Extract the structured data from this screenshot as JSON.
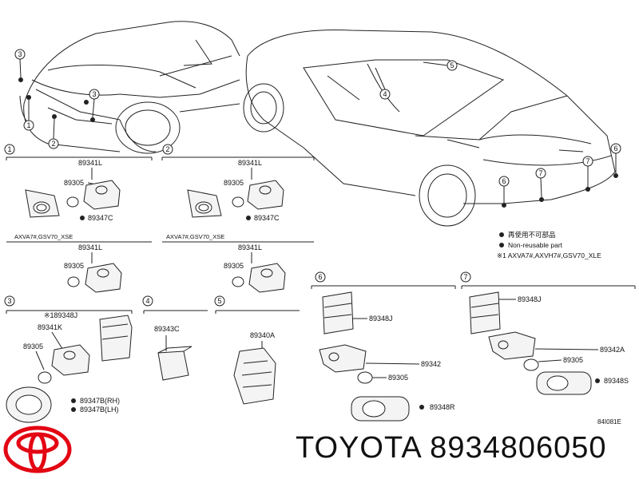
{
  "brand": {
    "text": "TOYOTA 8934806050",
    "logo_color": "#e30613"
  },
  "callouts": {
    "front": [
      "3",
      "1",
      "3",
      "1",
      "2"
    ],
    "rear": [
      "4",
      "5",
      "6",
      "7",
      "7",
      "6"
    ]
  },
  "section1": {
    "num": "1",
    "top_part": "89341L",
    "rows": [
      "89305",
      "89347C"
    ],
    "model_note": "AXVA7#,GSV70_XSE",
    "lower_part": "89341L",
    "lower_rows": [
      "89305"
    ]
  },
  "section2": {
    "num": "2",
    "top_part": "89341L",
    "rows": [
      "89305",
      "89347C"
    ],
    "model_note": "AXVA7#,GSV70_XSE",
    "lower_part": "89341L",
    "lower_rows": [
      "89305"
    ]
  },
  "legend": {
    "line1": "再使用不可部品",
    "line2": "Non-reusable part",
    "line3": "※1 AXVA7#,AXVH7#,GSV70_XLE"
  },
  "section3": {
    "num": "3",
    "note": "※189348J",
    "part": "89341K",
    "sub": "89305",
    "rh": "89347B(RH)",
    "lh": "89347B(LH)"
  },
  "section4": {
    "num": "4",
    "part": "89343C"
  },
  "section5": {
    "num": "5",
    "part": "89340A"
  },
  "section6": {
    "num": "6",
    "parts": [
      "89348J",
      "89342",
      "89305",
      "89348R"
    ]
  },
  "section7": {
    "num": "7",
    "parts": [
      "89348J",
      "89342A",
      "89305",
      "89348S"
    ]
  },
  "code": "84I081E"
}
